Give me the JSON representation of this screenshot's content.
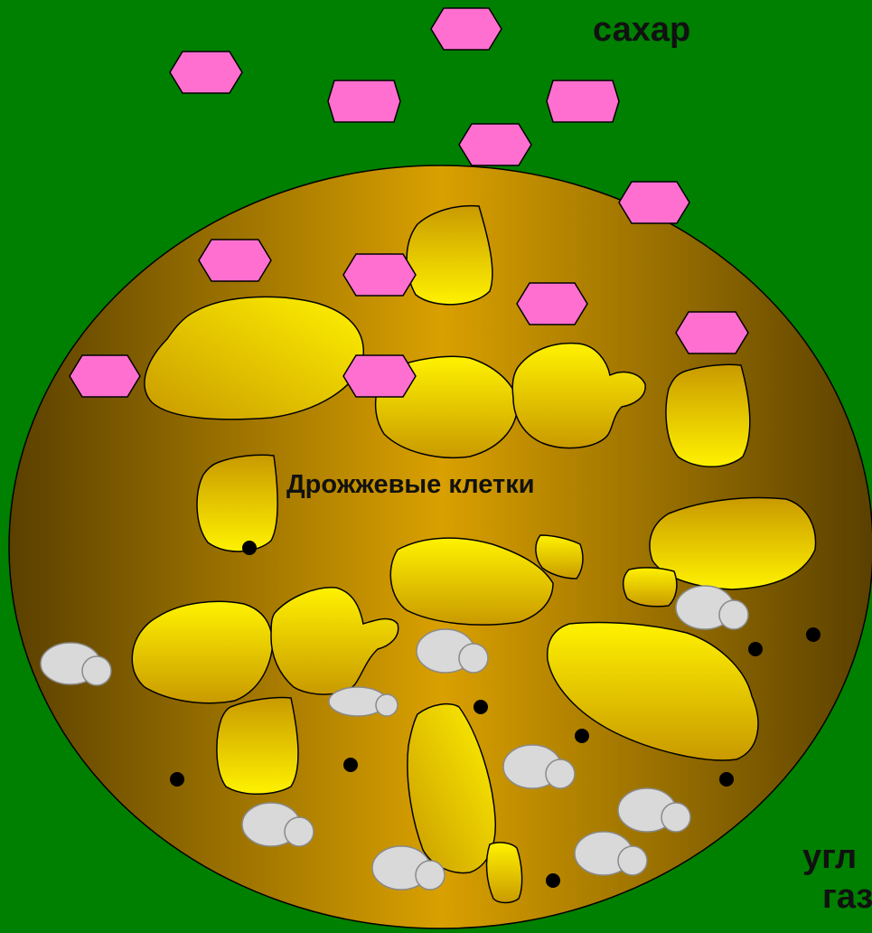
{
  "labels": {
    "sugar": "сахар",
    "yeast_cells": "Дрожжевые клетки",
    "co2_line1": "угл",
    "co2_line2": "газ"
  },
  "colors": {
    "background": "#008000",
    "dish_light": "#d9a000",
    "dish_dark": "#5a4000",
    "cell_light": "#fff200",
    "cell_dark": "#c99a00",
    "sugar": "#ff6fcf",
    "bubble": "#d9d9d9",
    "particle": "#000000"
  },
  "legend_icons": {
    "sugar": "hexagon-icon",
    "co2": "bubble-icon",
    "particle": "dot-icon"
  }
}
